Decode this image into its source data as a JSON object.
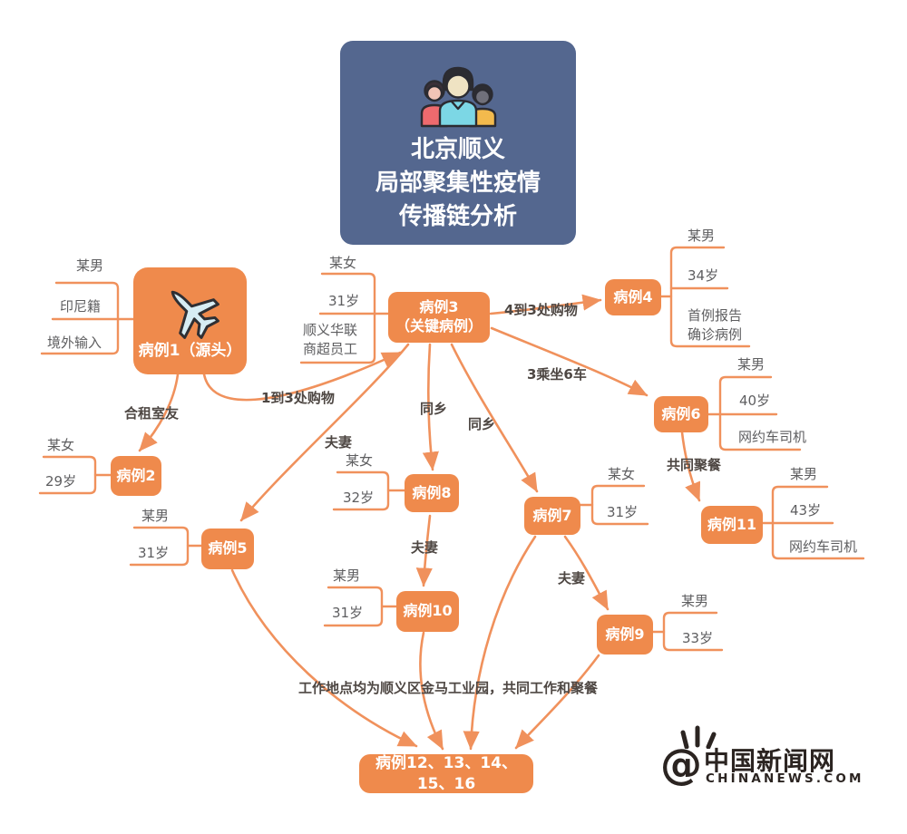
{
  "title": {
    "lines": [
      "北京顺义",
      "局部聚集性疫情",
      "传播链分析"
    ]
  },
  "nodes": {
    "case1": {
      "label": "病例1（源头）",
      "attrs": [
        "某男",
        "印尼籍",
        "境外输入"
      ],
      "icon": "airplane"
    },
    "case2": {
      "label": "病例2",
      "attrs": [
        "某女",
        "29岁"
      ]
    },
    "case3": {
      "label_line1": "病例3",
      "label_line2": "（关键病例）",
      "attrs": [
        "某女",
        "31岁",
        "顺义华联商超员工"
      ]
    },
    "case4": {
      "label": "病例4",
      "attrs": [
        "某男",
        "34岁",
        "首例报告确诊病例"
      ]
    },
    "case5": {
      "label": "病例5",
      "attrs": [
        "某男",
        "31岁"
      ]
    },
    "case6": {
      "label": "病例6",
      "attrs": [
        "某男",
        "40岁",
        "网约车司机"
      ]
    },
    "case7": {
      "label": "病例7",
      "attrs": [
        "某女",
        "31岁"
      ]
    },
    "case8": {
      "label": "病例8",
      "attrs": [
        "某女",
        "32岁"
      ]
    },
    "case9": {
      "label": "病例9",
      "attrs": [
        "某男",
        "33岁"
      ]
    },
    "case10": {
      "label": "病例10",
      "attrs": [
        "某男",
        "31岁"
      ]
    },
    "case11": {
      "label": "病例11",
      "attrs": [
        "某男",
        "43岁",
        "网约车司机"
      ]
    },
    "cases12to16": {
      "label": "病例12、13、14、15、16"
    }
  },
  "edge_labels": {
    "roommate": "合租室友",
    "shopping1to3": "1到3处购物",
    "shopping4to3": "4到3处购物",
    "ride3in6": "3乘坐6车",
    "couple_3_5": "夫妻",
    "hometown_3_8": "同乡",
    "hometown_3_7": "同乡",
    "dine_6_11": "共同聚餐",
    "couple_8_10": "夫妻",
    "couple_7_9": "夫妻"
  },
  "note": "工作地点均为顺义区金马工业园，共同工作和聚餐",
  "logo": {
    "at": "@",
    "cn": "中国新闻网",
    "en": "CHINANEWS.COM"
  },
  "colors": {
    "node_orange": "#EF8A4C",
    "edge_orange": "#F0915C",
    "title_blue": "#54678F",
    "attr_gray": "#5E5E60",
    "edge_label_dark": "#4E4743",
    "logo_dark": "#2B2421"
  }
}
